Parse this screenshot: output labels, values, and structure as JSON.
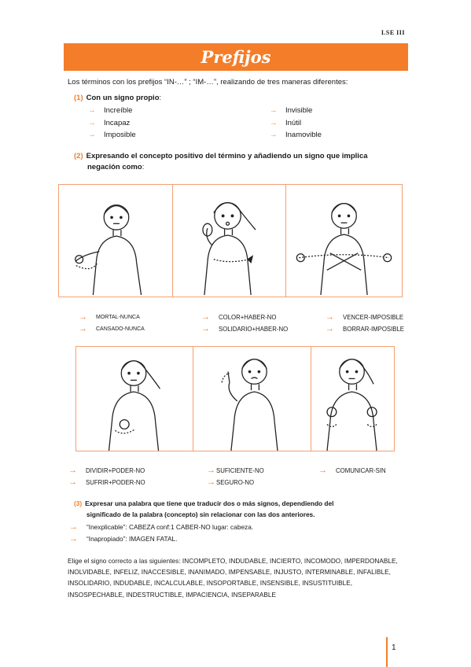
{
  "header": {
    "course": "LSE III",
    "title": "Prefijos"
  },
  "intro": "Los términos con los prefijos “IN-…” ; “IM-…”, realizando de tres maneras diferentes:",
  "section1": {
    "num": "(1)",
    "title": "Con un signo propio",
    "suffix": ":",
    "col1": [
      "Increíble",
      "Incapaz",
      "Imposible"
    ],
    "col2": [
      "Invisible",
      "Inútil",
      "Inamovible"
    ]
  },
  "section2": {
    "num": "(2)",
    "line1": "Expresando el concepto positivo del término y añadiendo un signo que implica",
    "line2": "negación como",
    "suffix": ":"
  },
  "row1_labels": {
    "c1": [
      "MORTAL-NUNCA",
      "CANSADO-NUNCA"
    ],
    "c2": [
      "COLOR+HABER-NO",
      "SOLIDARIO+HABER-NO"
    ],
    "c3": [
      "VENCER-IMPOSIBLE",
      "BORRAR-IMPOSIBLE"
    ]
  },
  "row2_labels": {
    "c1": [
      "DIVIDIR+PODER-NO",
      "SUFRIR+PODER-NO"
    ],
    "c2": [
      "SUFICIENTE-NO",
      "SEGURO-NO"
    ],
    "c3": [
      "COMUNICAR-SIN"
    ]
  },
  "section3": {
    "num": "(3)",
    "line1": "Expresar una palabra que tiene que traducir dos o más signos, dependiendo del",
    "line2": "significado de la palabra (concepto) sin relacionar con las dos anteriores.",
    "ex1": "“Inexplicable”: CABEZA conf:1 CABER-NO lugar: cabeza.",
    "ex2": "“Inapropiado”: IMAGEN FATAL."
  },
  "final_text": "Elige el signo correcto a las siguientes: INCOMPLETO, INDUDABLE, INCIERTO, INCOMODO, IMPERDONABLE, INOLVIDABLE, INFELIZ, INACCESIBLE, INANIMADO, IMPENSABLE, INJUSTO, INTERMINABLE, INFALIBLE, INSOLIDARIO, INDUDABLE, INCALCULABLE, INSOPORTABLE, INSENSIBLE, INSUSTITUIBLE, INSOSPECHABLE, INDESTRUCTIBLE, IMPACIENCIA, INSEPARABLE",
  "page_number": "1",
  "colors": {
    "accent": "#f47d2a",
    "frame": "#f3a172"
  },
  "icons": {
    "bullet": "arrow-right-icon"
  }
}
